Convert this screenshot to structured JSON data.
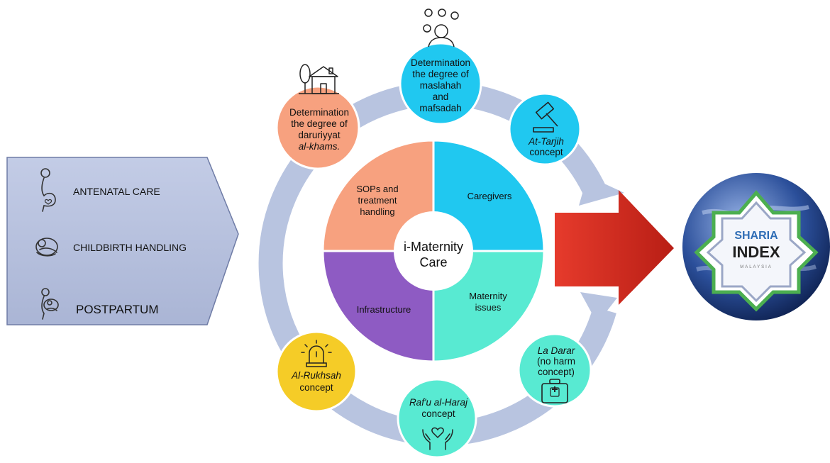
{
  "left_panel": {
    "items": [
      {
        "label": "ANTENATAL CARE",
        "icon": "pregnant-woman-icon"
      },
      {
        "label": "CHILDBIRTH HANDLING",
        "icon": "swaddled-baby-icon"
      },
      {
        "label": "POSTPARTUM",
        "icon": "postpartum-mother-icon"
      }
    ]
  },
  "center": {
    "title_line1": "i-Maternity",
    "title_line2": "Care",
    "quadrants": {
      "top_left": [
        "SOPs and",
        "treatment",
        "handling"
      ],
      "top_right": [
        "Caregivers"
      ],
      "bottom_left": [
        "Infrastructure"
      ],
      "bottom_right": [
        "Maternity",
        "issues"
      ]
    }
  },
  "ring": {
    "top_left": [
      "Determination",
      "the degree of",
      "daruriyyat",
      "al-khams."
    ],
    "top": [
      "Determination",
      "the degree of",
      "maslahah",
      "and",
      "mafsadah"
    ],
    "top_right": [
      "At-Tarjih",
      "concept"
    ],
    "bottom_right": [
      "La Darar",
      "(no harm",
      "concept)"
    ],
    "bottom": [
      "Raf'u al-Haraj",
      "concept"
    ],
    "bottom_left": [
      "Al-Rukhsah",
      "concept"
    ]
  },
  "badge": {
    "line1": "SHARIA",
    "line2": "INDEX",
    "line3": "MALAYSIA"
  },
  "colors": {
    "panel": "#b7c1de",
    "ring": "#b8c4e0",
    "salmon": "#f7a17f",
    "cyan": "#27c9ef",
    "purple": "#8e5bc3",
    "teal": "#58ead2",
    "yellow": "#f5cc27",
    "red_arrow": "#d42a1f"
  }
}
